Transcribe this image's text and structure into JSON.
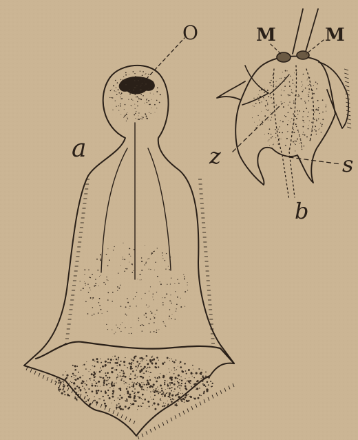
{
  "figure": {
    "labels": {
      "a": "a",
      "b": "b",
      "o": "O",
      "m_left": "M",
      "m_right": "M",
      "z": "z",
      "s": "s"
    },
    "colors": {
      "paper": "#cbb594",
      "ink": "#2a2018",
      "stipple": "#3b2f24"
    }
  }
}
